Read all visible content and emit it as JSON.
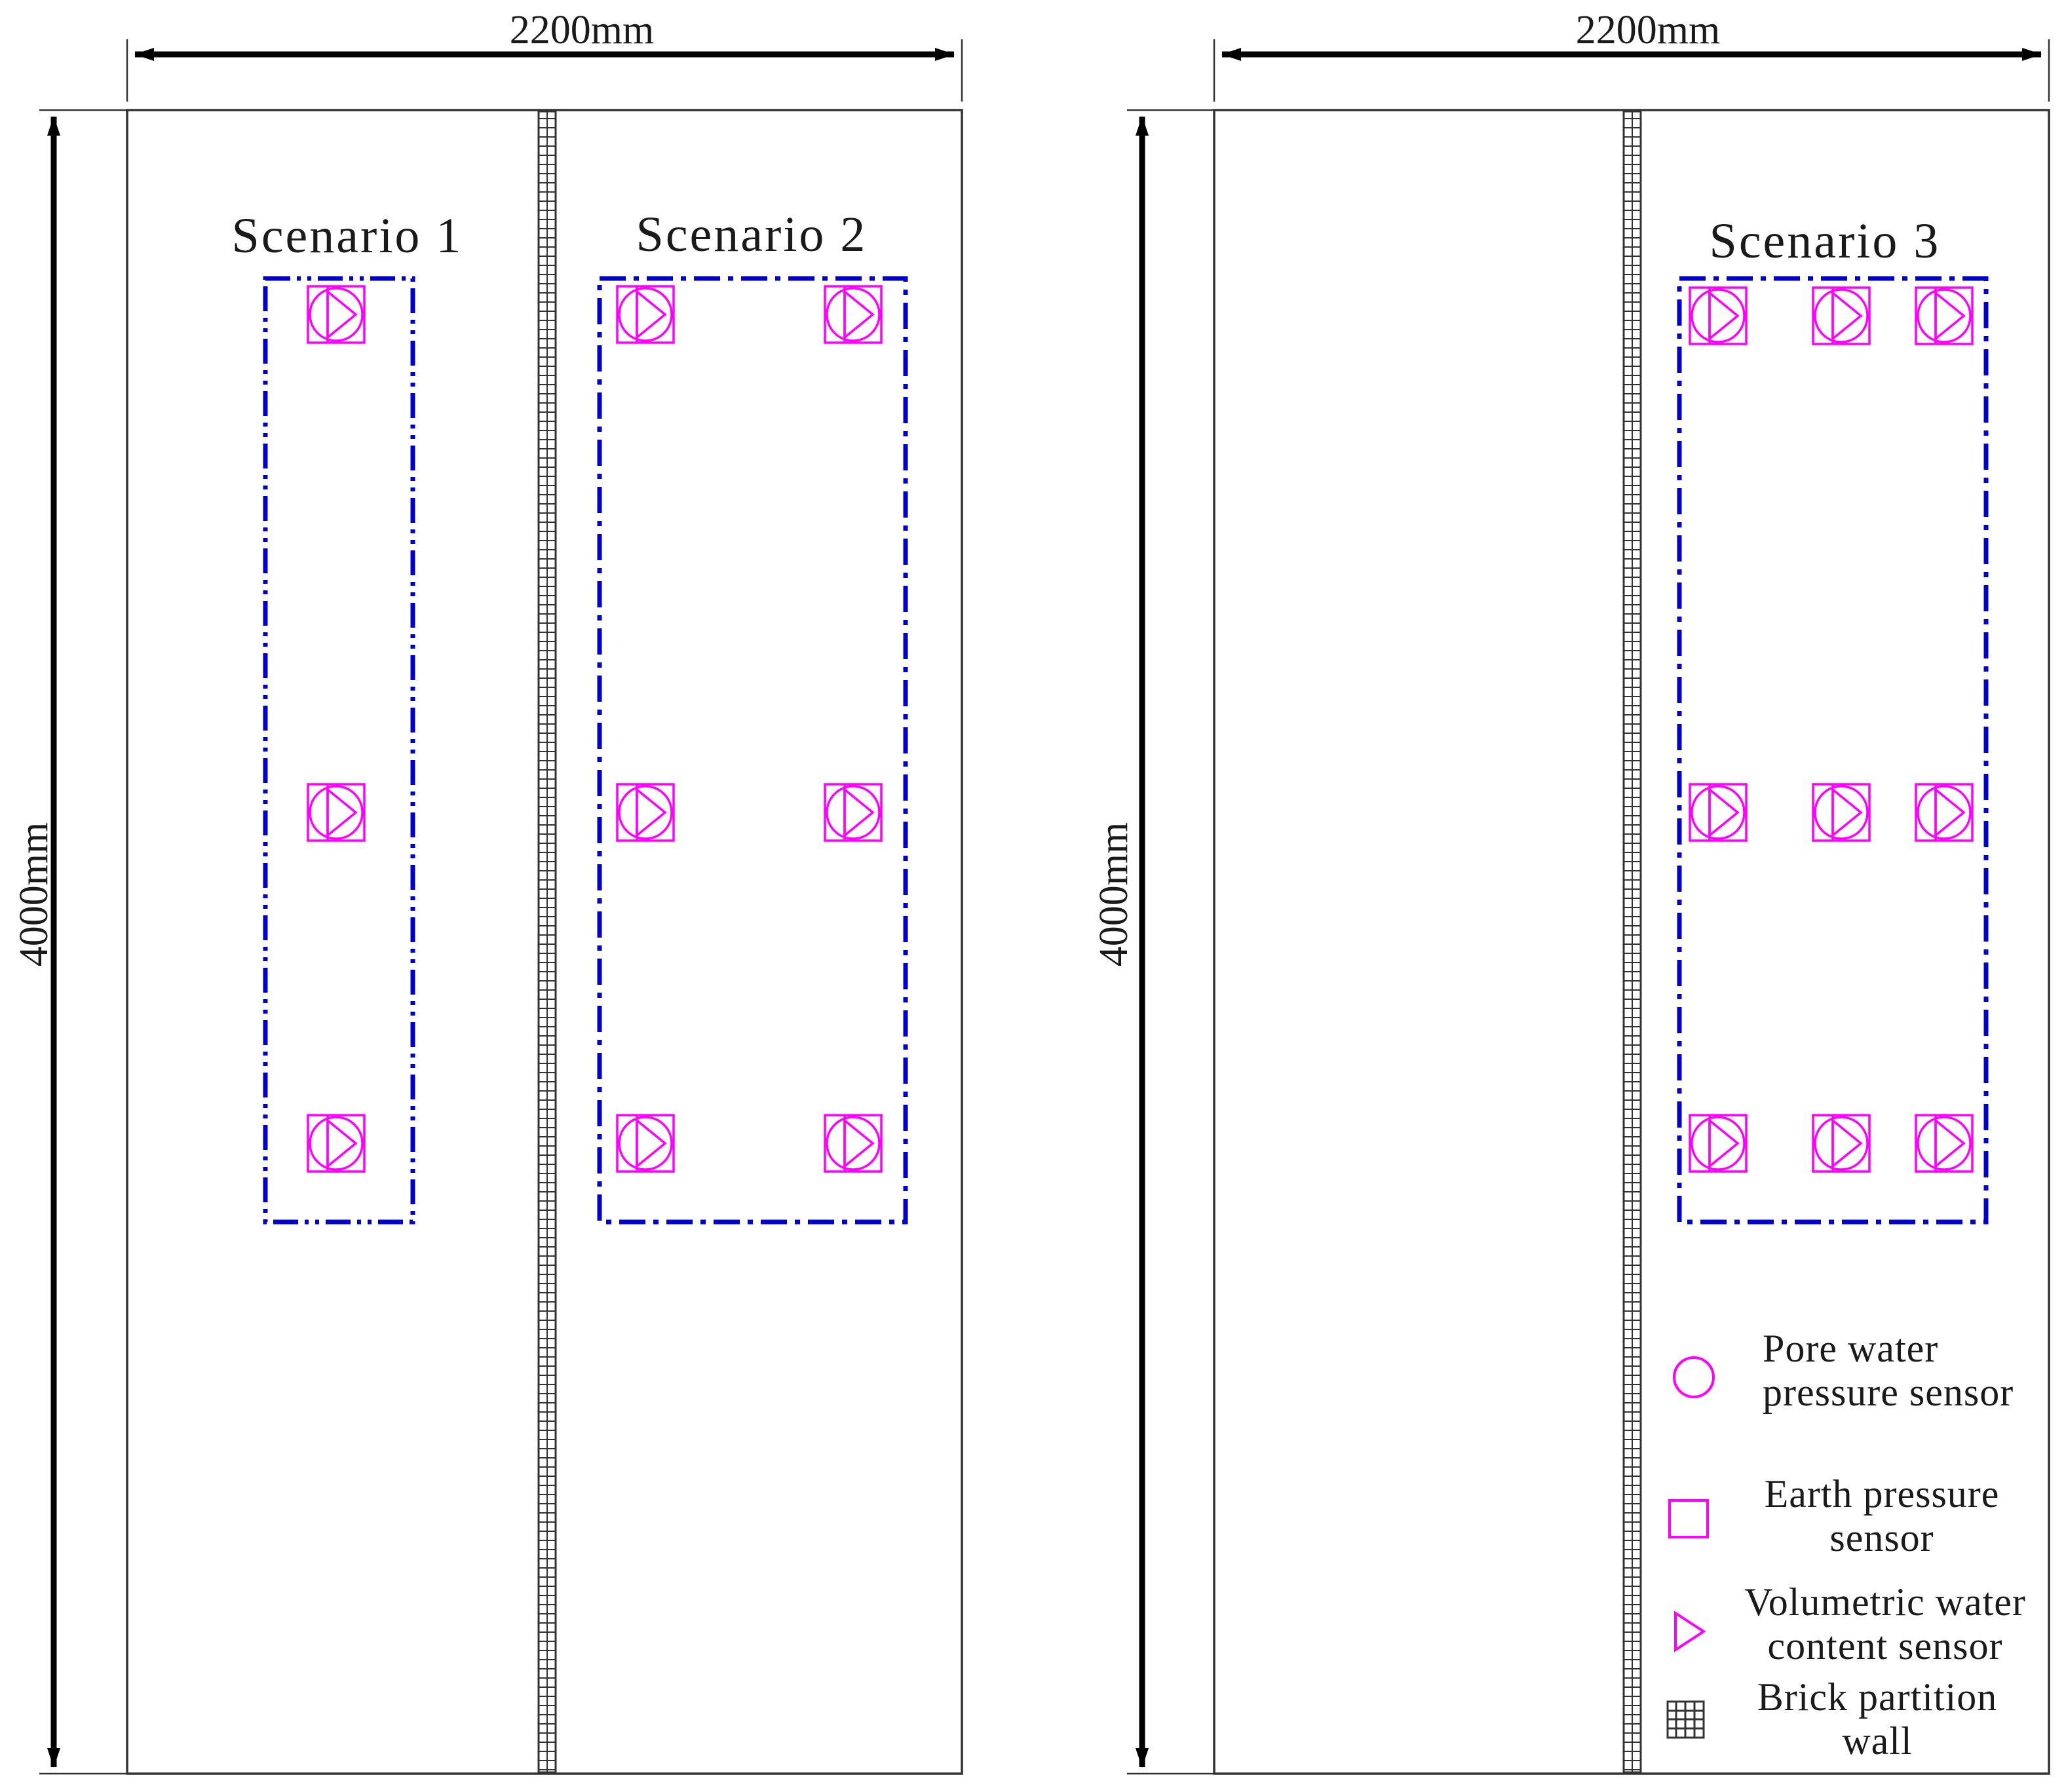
{
  "dimensions": {
    "width_label": "2200mm",
    "height_label": "4000mm"
  },
  "scenarios": [
    {
      "label": "Scenario 1",
      "columns": 1,
      "rows": 3
    },
    {
      "label": "Scenario 2",
      "columns": 2,
      "rows": 3
    },
    {
      "label": "Scenario 3",
      "columns": 3,
      "rows": 3
    }
  ],
  "legend": {
    "pore_water": {
      "line1": "Pore water",
      "line2": "pressure sensor",
      "icon": "circle-icon"
    },
    "earth_pressure": {
      "line1": "Earth pressure",
      "line2": "sensor",
      "icon": "square-icon"
    },
    "volumetric_water": {
      "line1": "Volumetric water",
      "line2": "content sensor",
      "icon": "triangle-icon"
    },
    "brick_wall": {
      "line1": "Brick partition",
      "line2": "wall",
      "icon": "grid-icon"
    }
  },
  "colors": {
    "sensor": "#ff00ff",
    "zone_outline": "#0000cc",
    "frame": "#333333"
  }
}
